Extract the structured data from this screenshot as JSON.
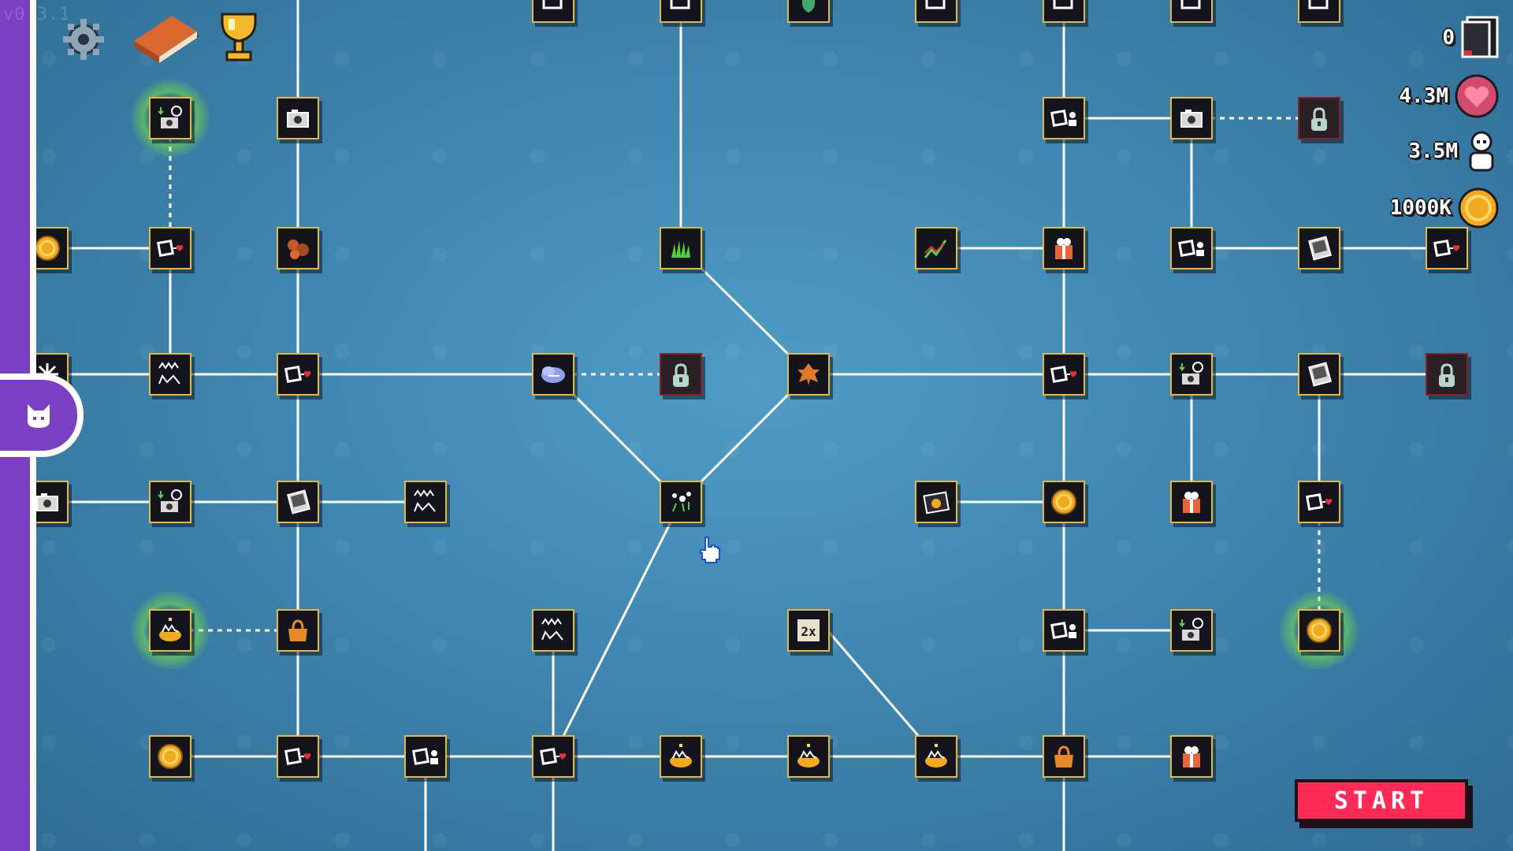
{
  "app": {
    "version": "v0.3.1"
  },
  "top_icons": [
    {
      "name": "gear-icon",
      "color": "#8fa5b8"
    },
    {
      "name": "book-icon",
      "color": "#d9672e"
    },
    {
      "name": "trophy-icon",
      "color": "#f2b92a"
    }
  ],
  "resources": [
    {
      "name": "card-resource",
      "value": "0",
      "icon": "card-icon"
    },
    {
      "name": "hearts-resource",
      "value": "4.3M",
      "icon": "heart-icon"
    },
    {
      "name": "followers-resource",
      "value": "3.5M",
      "icon": "person-icon"
    },
    {
      "name": "coins-resource",
      "value": "1000K",
      "icon": "coin-icon"
    }
  ],
  "start_button": {
    "label": "START",
    "color": "#ff2a55"
  },
  "sidebar": {
    "tab_icon": "cat-icon",
    "color": "#7a3fc2"
  },
  "colors": {
    "background": "#3f86b0",
    "line": "#ffffff",
    "node_border": "#e6b93a",
    "locked_border": "#8a1f2a"
  },
  "tree": {
    "nodes": [
      {
        "id": "n_c0r0",
        "icon": "photo-frame-icon",
        "state": "purchased"
      },
      {
        "id": "n_c1r0",
        "icon": "photo-frame-icon",
        "state": "purchased"
      },
      {
        "id": "n_c2r0",
        "icon": "shield-icon",
        "state": "purchased"
      },
      {
        "id": "n_c3r0",
        "icon": "photo-frame-icon",
        "state": "purchased"
      },
      {
        "id": "n_c4r0",
        "icon": "photo-frame-icon",
        "state": "purchased"
      },
      {
        "id": "n_c5r0",
        "icon": "photo-frame-icon",
        "state": "purchased"
      },
      {
        "id": "n_c6r0",
        "icon": "photo-frame-icon",
        "state": "purchased"
      },
      {
        "id": "n_timer_cam_1",
        "icon": "timer-camera-icon",
        "state": "available"
      },
      {
        "id": "n_cam_1",
        "icon": "camera-icon",
        "state": "purchased"
      },
      {
        "id": "n_photo_follower_1",
        "icon": "photo-follower-icon",
        "state": "purchased"
      },
      {
        "id": "n_cam_2",
        "icon": "camera-icon",
        "state": "purchased"
      },
      {
        "id": "n_locked_1",
        "icon": "lock-icon",
        "state": "locked"
      },
      {
        "id": "n_coin_edge_1",
        "icon": "coin-icon",
        "state": "purchased"
      },
      {
        "id": "n_photo_heart_1",
        "icon": "photo-heart-icon",
        "state": "purchased"
      },
      {
        "id": "n_boulders",
        "icon": "boulders-icon",
        "state": "purchased"
      },
      {
        "id": "n_grass",
        "icon": "grass-icon",
        "state": "purchased"
      },
      {
        "id": "n_stocks",
        "icon": "stocks-icon",
        "state": "purchased"
      },
      {
        "id": "n_gift_green",
        "icon": "gift-icon",
        "state": "purchased"
      },
      {
        "id": "n_photo_follower_2",
        "icon": "photo-follower-icon",
        "state": "purchased"
      },
      {
        "id": "n_polaroid_1",
        "icon": "polaroid-icon",
        "state": "purchased"
      },
      {
        "id": "n_photo_heart_2",
        "icon": "photo-heart-icon",
        "state": "purchased"
      },
      {
        "id": "n_edge_snow",
        "icon": "snow-icon",
        "state": "purchased"
      },
      {
        "id": "n_cats_scene",
        "icon": "cat-scene-icon",
        "state": "purchased"
      },
      {
        "id": "n_photo_heart_3",
        "icon": "photo-heart-icon",
        "state": "purchased"
      },
      {
        "id": "n_cloud",
        "icon": "cloud-icon",
        "state": "purchased"
      },
      {
        "id": "n_locked_trees",
        "icon": "lock-icon",
        "state": "locked"
      },
      {
        "id": "n_leaf",
        "icon": "leaf-icon",
        "state": "purchased"
      },
      {
        "id": "n_photo_heart_4",
        "icon": "photo-heart-icon",
        "state": "purchased"
      },
      {
        "id": "n_timer_cam_2",
        "icon": "timer-camera-icon",
        "state": "purchased"
      },
      {
        "id": "n_polaroid_2",
        "icon": "polaroid-icon",
        "state": "purchased"
      },
      {
        "id": "n_locked_2",
        "icon": "lock-icon",
        "state": "locked"
      },
      {
        "id": "n_cam_edge",
        "icon": "camera-icon",
        "state": "purchased"
      },
      {
        "id": "n_timer_cam_3",
        "icon": "timer-camera-icon",
        "state": "purchased"
      },
      {
        "id": "n_polaroid_3",
        "icon": "polaroid-icon",
        "state": "purchased"
      },
      {
        "id": "n_cat_white",
        "icon": "cat-scene-icon",
        "state": "purchased"
      },
      {
        "id": "n_flowers",
        "icon": "flowers-icon",
        "state": "purchased"
      },
      {
        "id": "n_cat_photo",
        "icon": "cat-photo-icon",
        "state": "purchased"
      },
      {
        "id": "n_coin_plus_1",
        "icon": "coin-icon",
        "state": "purchased"
      },
      {
        "id": "n_gift_orange_1",
        "icon": "gift-icon",
        "state": "purchased"
      },
      {
        "id": "n_photo_heart_5",
        "icon": "photo-heart-icon",
        "state": "purchased"
      },
      {
        "id": "n_cat_bed_1",
        "icon": "cat-bed-icon",
        "state": "available"
      },
      {
        "id": "n_bag",
        "icon": "bag-icon",
        "state": "purchased"
      },
      {
        "id": "n_cats_pink",
        "icon": "cat-scene-icon",
        "state": "purchased"
      },
      {
        "id": "n_double",
        "icon": "double-icon",
        "state": "purchased"
      },
      {
        "id": "n_photo_follower_3",
        "icon": "photo-follower-icon",
        "state": "purchased"
      },
      {
        "id": "n_timer_cam_4",
        "icon": "timer-camera-icon",
        "state": "purchased"
      },
      {
        "id": "n_coin_plus_2",
        "icon": "coin-icon",
        "state": "available"
      },
      {
        "id": "n_coin_1",
        "icon": "coin-icon",
        "state": "purchased"
      },
      {
        "id": "n_photo_heart_6",
        "icon": "photo-heart-icon",
        "state": "purchased"
      },
      {
        "id": "n_photo_follower_4",
        "icon": "photo-follower-icon",
        "state": "purchased"
      },
      {
        "id": "n_photo_heart_7",
        "icon": "photo-heart-icon",
        "state": "purchased"
      },
      {
        "id": "n_cat_bed_3star",
        "icon": "cat-bed-icon",
        "state": "purchased"
      },
      {
        "id": "n_cat_bed_2star",
        "icon": "cat-bed-icon",
        "state": "purchased"
      },
      {
        "id": "n_cat_bed_1star",
        "icon": "cat-bed-icon",
        "state": "purchased"
      },
      {
        "id": "n_bag_green",
        "icon": "bag-icon",
        "state": "purchased"
      },
      {
        "id": "n_gift_orange_2",
        "icon": "gift-icon",
        "state": "purchased"
      }
    ]
  }
}
